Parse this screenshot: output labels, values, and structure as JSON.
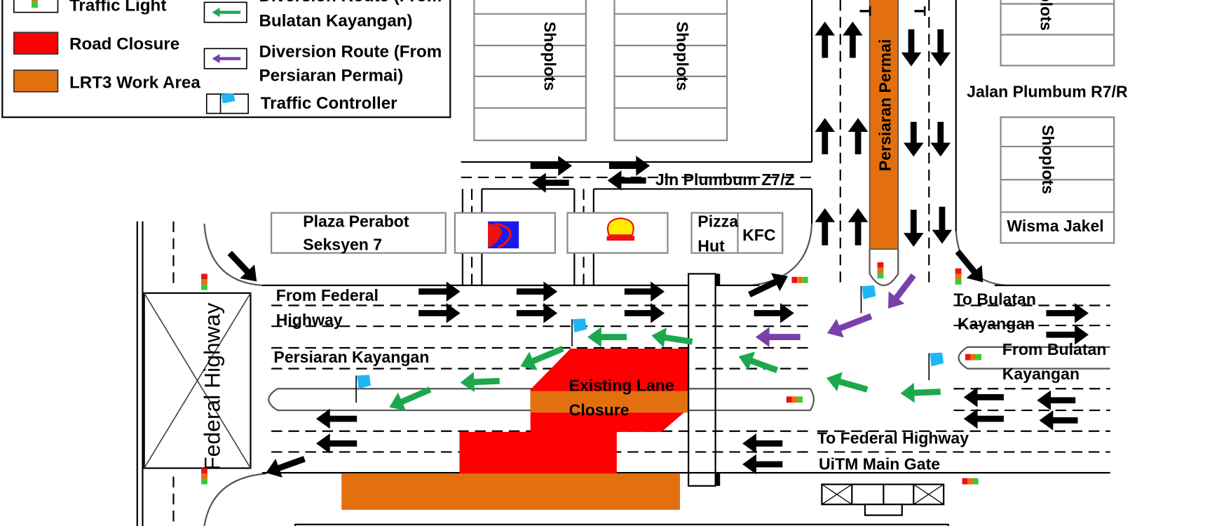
{
  "colors": {
    "road_closure": "#ff0000",
    "lrt3_work_area": "#e2700f",
    "diversion_bulatan": "#1ea84e",
    "diversion_permai": "#7a3fa8",
    "traffic_controller": "#1fb6f5",
    "arrow": "#000000"
  },
  "legend": {
    "traffic_light": "Traffic Light",
    "road_closure": "Road Closure",
    "lrt3_work_area": "LRT3 Work Area",
    "diversion_bulatan_line1": "Diversion Route (From",
    "diversion_bulatan_line2": "Bulatan Kayangan)",
    "diversion_permai_line1": "Diversion Route (From",
    "diversion_permai_line2": "Persiaran Permai)",
    "traffic_controller": "Traffic Controller"
  },
  "map": {
    "shoplots_1": "Shoplots",
    "shoplots_2": "Shoplots",
    "shoplots_3": "Shoplots",
    "shoplots_4": "Shoplots",
    "persiaran_permai": "Persiaran  Permai",
    "partial_top_1": "T",
    "partial_top_2": "T",
    "jalan_plumbum_r7r": "Jalan Plumbum R7/R",
    "wisma_jakel": "Wisma Jakel",
    "jln_plumbum_z7z": "Jln Plumbum Z7/Z",
    "plaza_perabot_line1": "Plaza Perabot",
    "plaza_perabot_line2": "Seksyen 7",
    "pizza": "Pizza",
    "hut": "Hut",
    "kfc": "KFC",
    "federal_highway": "Federal Highway",
    "from_federal_line1": "From Federal",
    "from_federal_line2": "Highway",
    "persiaran_kayangan": "Persiaran Kayangan",
    "existing_closure_line1": "Existing Lane",
    "existing_closure_line2": "Closure",
    "to_bulatan_line1": "To Bulatan",
    "to_bulatan_line2": "Kayangan",
    "from_bulatan_line1": "From Bulatan",
    "from_bulatan_line2": "Kayangan",
    "to_federal": "To Federal Highway",
    "uitm_gate": "UiTM Main Gate"
  }
}
